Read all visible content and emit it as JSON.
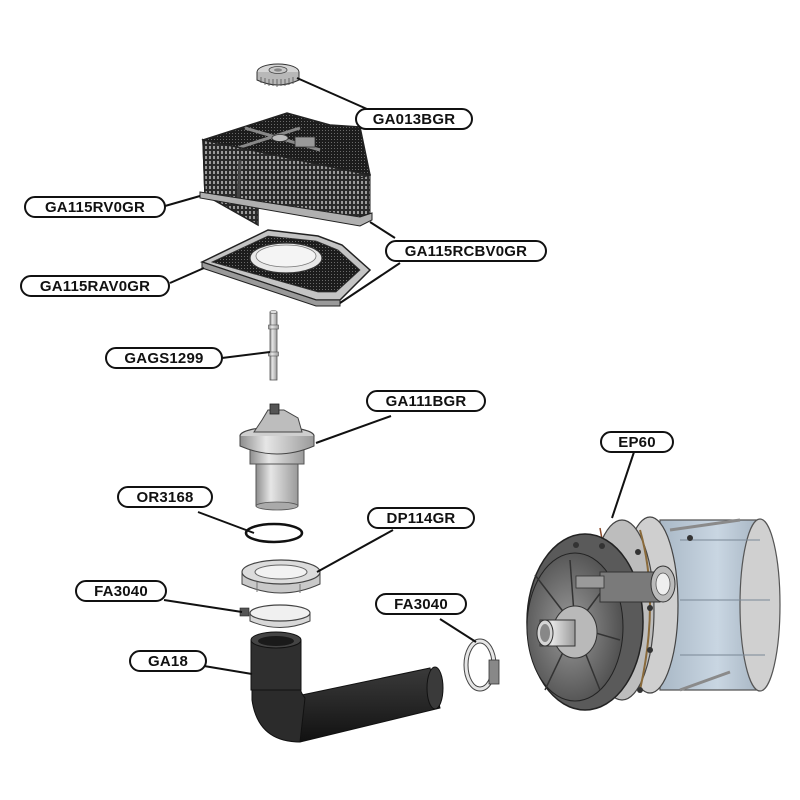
{
  "diagram": {
    "title": "Exploded parts view — drain filter and pump assembly",
    "labels": {
      "cap": "GA013BGR",
      "basket": "GA115RV0GR",
      "filter_combo": "GA115RCBV0GR",
      "base_plate": "GA115RAV0GR",
      "pin": "GAGS1299",
      "drain_body": "GA111BGR",
      "oring": "OR3168",
      "ring_nut": "DP114GR",
      "clamp_left": "FA3040",
      "hose": "GA18",
      "clamp_right": "FA3040",
      "pump": "EP60"
    }
  }
}
